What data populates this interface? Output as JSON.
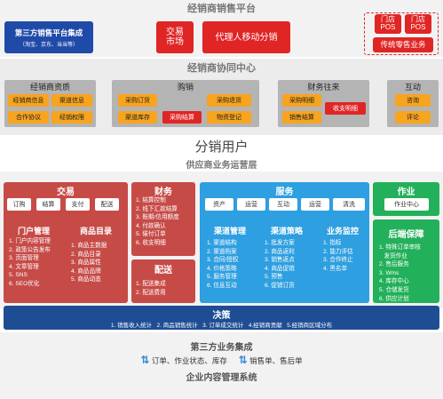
{
  "top": {
    "title": "经销商销售平台",
    "third_party": {
      "title": "第三方销售平台集成",
      "sub": "（淘宝、京东、当当等）"
    },
    "exchange": {
      "line1": "交易",
      "line2": "市场"
    },
    "agent": "代理人移动分销",
    "store_pos_1": {
      "line1": "门店",
      "line2": "POS"
    },
    "store_pos_2": {
      "line1": "门店",
      "line2": "POS"
    },
    "retail": "传统零售业务"
  },
  "collab": {
    "title": "经销商协同中心",
    "groups": [
      {
        "title": "经销商资质",
        "items": [
          "经销商信息",
          "渠道信息",
          "合作协议",
          "经销权限"
        ]
      },
      {
        "title": "购销",
        "items": [
          "采购订货",
          "渠道库存",
          "采购退货",
          "采购结算",
          "物资登记"
        ]
      },
      {
        "title": "财务往来",
        "items": [
          "采购明细",
          "收支明细",
          "销售结算"
        ]
      },
      {
        "title": "互动",
        "items": [
          "咨询",
          "评论"
        ]
      }
    ]
  },
  "distribution": {
    "title": "分销用户",
    "subtitle": "供应商业务运营层"
  },
  "trade": {
    "title": "交易",
    "chips": [
      "订购",
      "结算",
      "支付",
      "配送"
    ],
    "portal": {
      "title": "门户管理",
      "items": [
        "1. 门户内容管理",
        "2. 政策公告发布",
        "3. 页面管理",
        "4. 文章管理",
        "5. SNS",
        "6. SEO优化"
      ]
    },
    "catalog": {
      "title": "商品目录",
      "items": [
        "1. 商品主数据",
        "2. 商品目录",
        "3. 商品属性",
        "4. 商品品牌",
        "5. 商品动态"
      ]
    }
  },
  "finance": {
    "title": "财务",
    "items": [
      "1. 结算控制",
      "2. 线下汇款结算",
      "3. 账期/信用额度",
      "4. 付款确认",
      "5. 催付订单",
      "6. 收支明细"
    ],
    "delivery": {
      "title": "配送",
      "items": [
        "1. 配送集成",
        "2. 配送费用"
      ]
    }
  },
  "service": {
    "title": "服务",
    "chips": [
      "资产",
      "运营",
      "互动",
      "运营",
      "清洗"
    ],
    "channel": {
      "title": "渠道管理",
      "items": [
        "1. 渠道结构",
        "2. 渠道档案",
        "3. 合同/授权",
        "4. 价格策略",
        "5. 服务管理",
        "6. 信息互动"
      ]
    },
    "strategy": {
      "title": "渠道策略",
      "items": [
        "1. 批发方案",
        "2. 商品返利",
        "3. 销售返点",
        "4. 商品促销",
        "5. 预售",
        "6. 促销订货"
      ]
    },
    "monitor": {
      "title": "业务监控",
      "items": [
        "1. 指标",
        "2. 能力评估",
        "3. 合作终止",
        "4. 黑名单"
      ]
    }
  },
  "job": {
    "title": "作业",
    "chip": "作业中心"
  },
  "backend": {
    "title": "后端保障",
    "items": [
      "1. 特殊订单审核",
      "   发货作业",
      "2. 售后服务",
      "3. Wms",
      "4. 库存中心",
      "5. 仓储发货",
      "6. 供应计划"
    ]
  },
  "decision": {
    "title": "决策",
    "items": "1. 销售收入统计   2. 商品销售统计   3. 订单成交统计   4.经销商贡献   5.经销商区域分布"
  },
  "bottom": {
    "title": "第三方业务集成",
    "left": "订单、作业状态、库存",
    "right": "销售单、售后单",
    "footer": "企业内容管理系统"
  }
}
